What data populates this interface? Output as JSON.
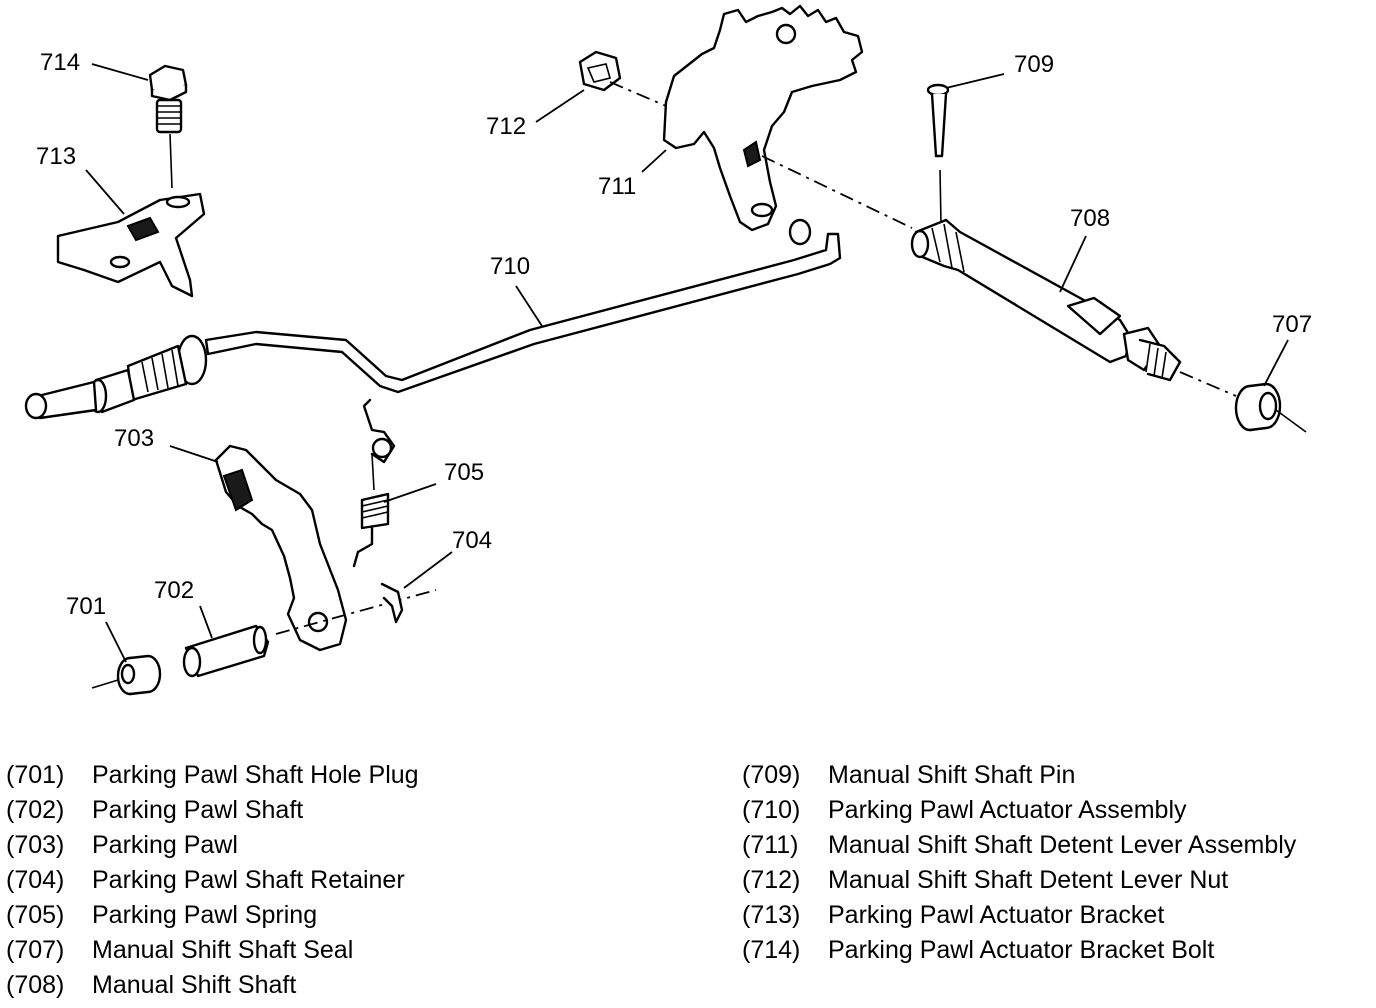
{
  "callouts": {
    "c701": "701",
    "c702": "702",
    "c703": "703",
    "c704": "704",
    "c705": "705",
    "c707": "707",
    "c708": "708",
    "c709": "709",
    "c710": "710",
    "c711": "711",
    "c712": "712",
    "c713": "713",
    "c714": "714"
  },
  "legend": {
    "left": [
      {
        "code": "(701)",
        "name": "Parking Pawl Shaft Hole Plug"
      },
      {
        "code": "(702)",
        "name": "Parking Pawl Shaft"
      },
      {
        "code": "(703)",
        "name": "Parking Pawl"
      },
      {
        "code": "(704)",
        "name": "Parking Pawl Shaft Retainer"
      },
      {
        "code": "(705)",
        "name": "Parking Pawl Spring"
      },
      {
        "code": "(707)",
        "name": "Manual Shift Shaft Seal"
      },
      {
        "code": "(708)",
        "name": "Manual Shift Shaft"
      }
    ],
    "right": [
      {
        "code": "(709)",
        "name": "Manual Shift Shaft Pin"
      },
      {
        "code": "(710)",
        "name": "Parking Pawl Actuator Assembly"
      },
      {
        "code": "(711)",
        "name": "Manual Shift Shaft Detent Lever Assembly"
      },
      {
        "code": "(712)",
        "name": "Manual Shift Shaft Detent Lever Nut"
      },
      {
        "code": "(713)",
        "name": "Parking Pawl Actuator Bracket"
      },
      {
        "code": "(714)",
        "name": "Parking Pawl Actuator Bracket Bolt"
      }
    ]
  }
}
